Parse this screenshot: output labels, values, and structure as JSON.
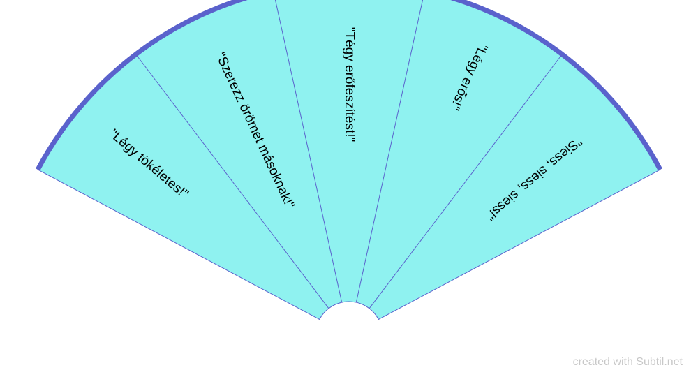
{
  "diagram": {
    "type": "fan",
    "segments": [
      {
        "label": "\"Légy tökéletes!\""
      },
      {
        "label": "\"Szerezz örömet másoknak!\""
      },
      {
        "label": "\"Tégy erőfeszítést!\""
      },
      {
        "label": "\"Légy erős!\""
      },
      {
        "label": "\"Siess, siess, siess!\""
      }
    ],
    "colors": {
      "fill": "#8ff2f0",
      "divider": "#5a62cc",
      "rim": "#5a62cc"
    }
  },
  "watermark": "created with Subtil.net"
}
